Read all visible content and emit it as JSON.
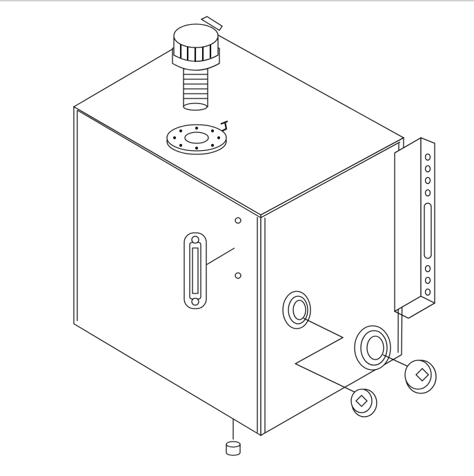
{
  "drawing": {
    "line_color": "#111111",
    "background": "#ffffff",
    "parts": [
      "tank-body",
      "breather-cap",
      "filler-flange",
      "sight-gauge",
      "mounting-bracket",
      "side-port",
      "side-port",
      "drain-plug",
      "drain-plug",
      "foot"
    ]
  }
}
